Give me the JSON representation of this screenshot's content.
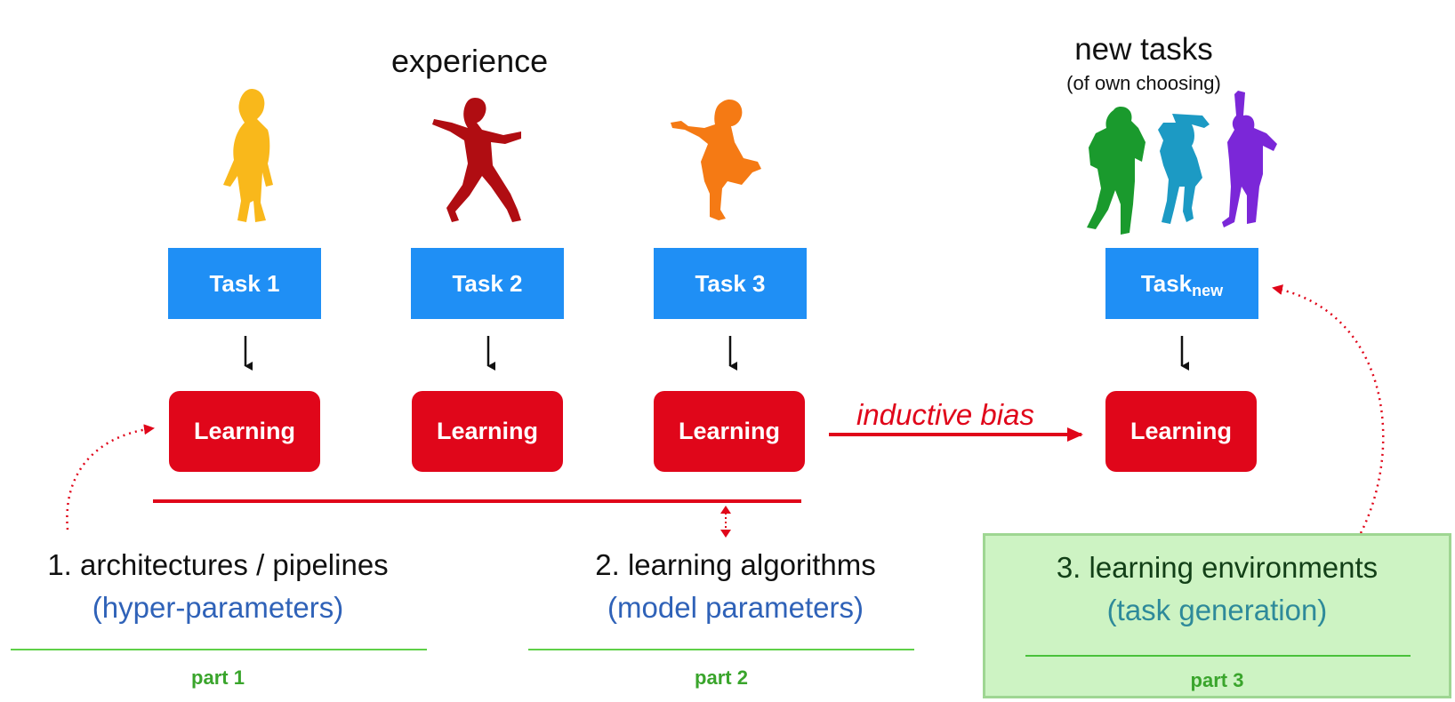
{
  "header": {
    "experience_label": "experience",
    "new_tasks_label": "new tasks",
    "new_tasks_sub": "(of own choosing)"
  },
  "tasks": [
    {
      "label": "Task 1"
    },
    {
      "label": "Task 2"
    },
    {
      "label": "Task 3"
    }
  ],
  "task_new": {
    "label": "Task",
    "subscript": "new"
  },
  "learning": [
    {
      "label": "Learning"
    },
    {
      "label": "Learning"
    },
    {
      "label": "Learning"
    },
    {
      "label": "Learning"
    }
  ],
  "inductive_bias_label": "inductive bias",
  "captions": [
    {
      "title": "1. architectures / pipelines",
      "sub": "(hyper-parameters)",
      "part": "part 1"
    },
    {
      "title": "2. learning algorithms",
      "sub": "(model parameters)",
      "part": "part 2"
    },
    {
      "title": "3. learning environments",
      "sub": "(task generation)",
      "part": "part 3"
    }
  ],
  "colors": {
    "task_blue": "#1f8ff5",
    "learning_red": "#e0061a",
    "part_green": "#3aa52c",
    "panel_green": "#cdf3c3",
    "sub_blue": "#2f62b8",
    "sub_teal": "#2e8a9a",
    "figure_colors": [
      "#f9b81b",
      "#b00d12",
      "#f57a14",
      "#1a9a2d",
      "#1c9ac4",
      "#7b27d8"
    ]
  }
}
